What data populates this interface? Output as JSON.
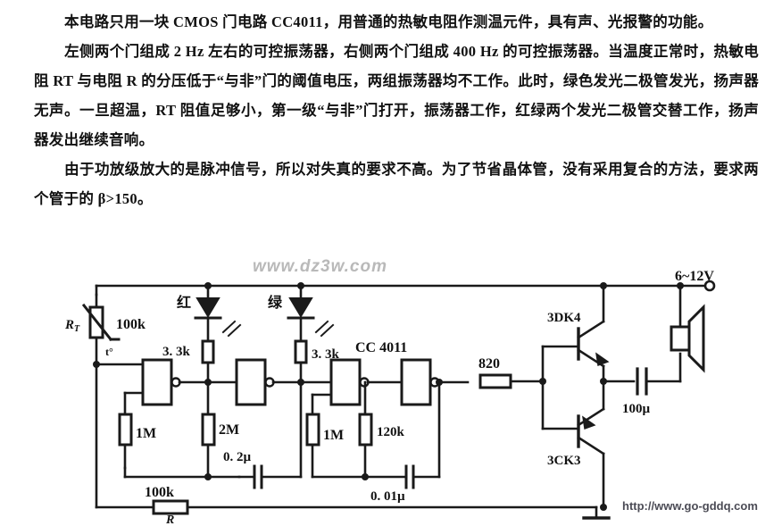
{
  "document": {
    "paragraphs": [
      "本电路只用一块 CMOS 门电路 CC4011，用普通的热敏电阻作测温元件，具有声、光报警的功能。",
      "左侧两个门组成 2 Hz 左右的可控振荡器，右侧两个门组成 400 Hz 的可控振荡器。当温度正常时，热敏电阻 RT 与电阻 R 的分压低于“与非”门的阈值电压，两组振荡器均不工作。此时，绿色发光二极管发光，扬声器无声。一旦超温，RT 阻值足够小，第一级“与非”门打开，振荡器工作，红绿两个发光二极管交替工作，扬声器发出继续音响。",
      "由于功放级放大的是脉冲信号，所以对失真的要求不高。为了节省晶体管，没有采用复合的方法，要求两个管于的 β>150。"
    ],
    "paragraph_lines": [
      [
        "本电路只用一块 CMOS 门电路 CC4011，用普通的热敏电阻作测温元件，具有声、光报警的",
        "功能。"
      ],
      [
        "左侧两个门组成 2 Hz 左右的可控振荡器，右侧两个门组成 400 Hz 的可控振荡器。当温度",
        "正常时，热敏电阻 RT 与电阻 R 的分压低于“与非”门的阈值电压，两组振荡器均不工作。此时，",
        "绿色发光二极管发光，扬声器无声。一旦超温，RT 阻值足够小，第一级“与非”门打开，振荡器工",
        "作，红绿两个发光二极管交替工作，扬声器发出继续音响。"
      ],
      [
        "由于功放级放大的是脉冲信号，所以对失真的要求不高。为了节省晶体管，没有采用复合",
        "的方法，要求两个管于的 β>150。"
      ]
    ]
  },
  "watermarks": {
    "top": "www.dz3w.com",
    "bottom": "http://www.go-gddq.com"
  },
  "schematic": {
    "title": "CMOS CC4011 over-temperature sound and light alarm circuit",
    "labels": {
      "thermistor_ref": "R",
      "thermistor_sub": "T",
      "thermistor_value": "100k",
      "thermistor_mark": "t°",
      "led_red": "红",
      "led_green": "绿",
      "r_led_red": "3. 3k",
      "r_led_green": "3. 3k",
      "ic": "CC 4011",
      "r_feedback_1": "1M",
      "r_timing_1": "2M",
      "c_timing_1": "0. 2µ",
      "r_feedback_2": "1M",
      "r_timing_2": "120k",
      "c_timing_2": "0. 01µ",
      "r_base": "820",
      "q_npn": "3DK4",
      "q_pnp": "3CK3",
      "c_output": "100µ",
      "supply": "6~12V",
      "r_divider_value": "100k",
      "r_divider_ref": "R"
    },
    "colors": {
      "wire": "#1a1a1a",
      "background": "#ffffff",
      "watermark": "#b9b9b9"
    }
  }
}
